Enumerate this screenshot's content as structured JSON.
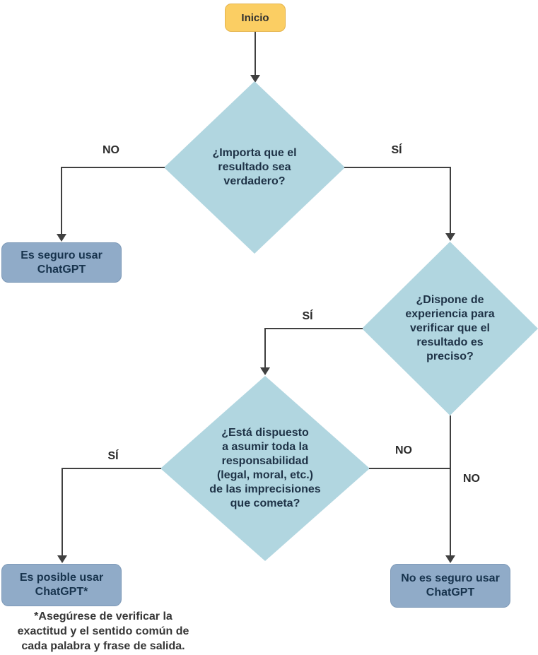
{
  "colors": {
    "start-fill": "#FBCE63",
    "start-border": "#E5B44C",
    "start-text": "#303030",
    "diamond-fill": "#B1D6E0",
    "diamond-text": "#1E3246",
    "result-fill": "#90ABC8",
    "result-border": "#7E9AB8",
    "result-text": "#17334D",
    "line-color": "#404040",
    "label-text": "#2B2B2B",
    "footnote-text": "#363636"
  },
  "nodes": {
    "start": {
      "label": "Inicio"
    },
    "decision_truth": {
      "question": "¿Importa que el\nresultado sea\nverdadero?"
    },
    "decision_expertise": {
      "question": "¿Dispone de\nexperiencia para\nverificar que el\nresultado es\npreciso?"
    },
    "decision_responsibility": {
      "question": "¿Está dispuesto\na asumir toda la\nresponsabilidad\n(legal, moral, etc.)\nde las imprecisiones\nque cometa?"
    },
    "result_safe": {
      "label": "Es seguro usar\nChatGPT"
    },
    "result_possible": {
      "label": "Es posible usar\nChatGPT*"
    },
    "result_unsafe": {
      "label": "No es seguro usar\nChatGPT"
    }
  },
  "edges": {
    "truth_no": "NO",
    "truth_yes": "SÍ",
    "expertise_yes": "SÍ",
    "expertise_no": "NO",
    "responsibility_yes": "SÍ",
    "responsibility_no": "NO"
  },
  "footnote": "*Asegúrese de verificar la\nexactitud y el sentido común de\ncada palabra y frase de salida."
}
